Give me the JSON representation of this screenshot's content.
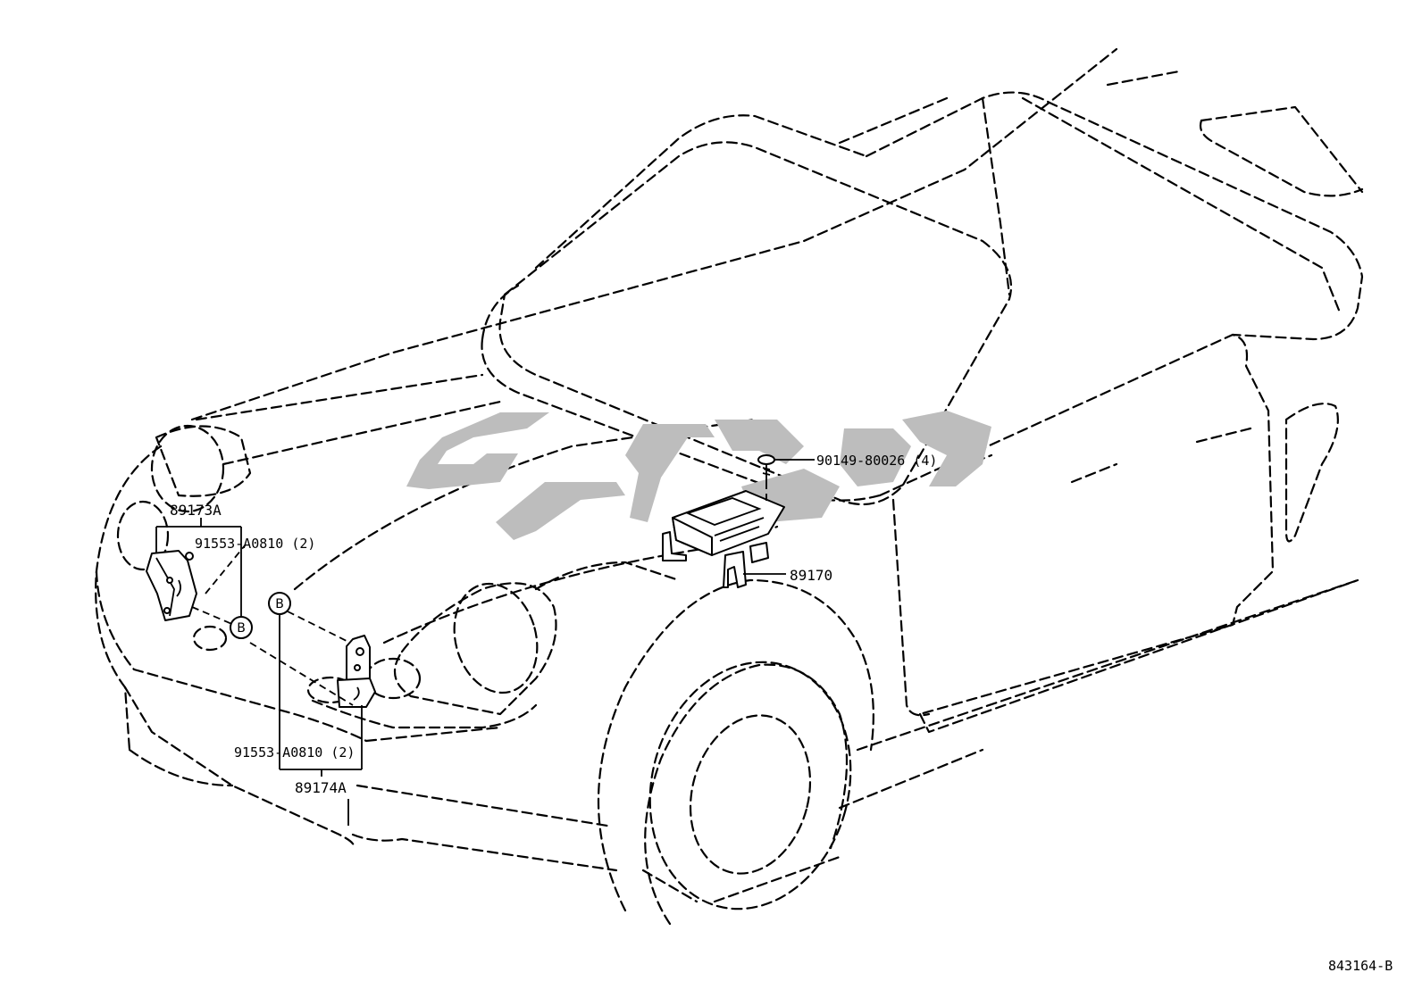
{
  "parts": {
    "sensor_front_left": "89173A",
    "bolt_upper": "91553-A0810 (2)",
    "bolt_lower": "91553-A0810 (2)",
    "sensor_front_right": "89174A",
    "screw": "90149-80026 (4)",
    "airbag_ecu": "89170"
  },
  "callouts": {
    "ref_b_1": "B",
    "ref_b_2": "B"
  },
  "diagram_id": "843164-B",
  "colors": {
    "line": "#000000",
    "watermark": "#bdbdbd",
    "background": "#ffffff"
  }
}
